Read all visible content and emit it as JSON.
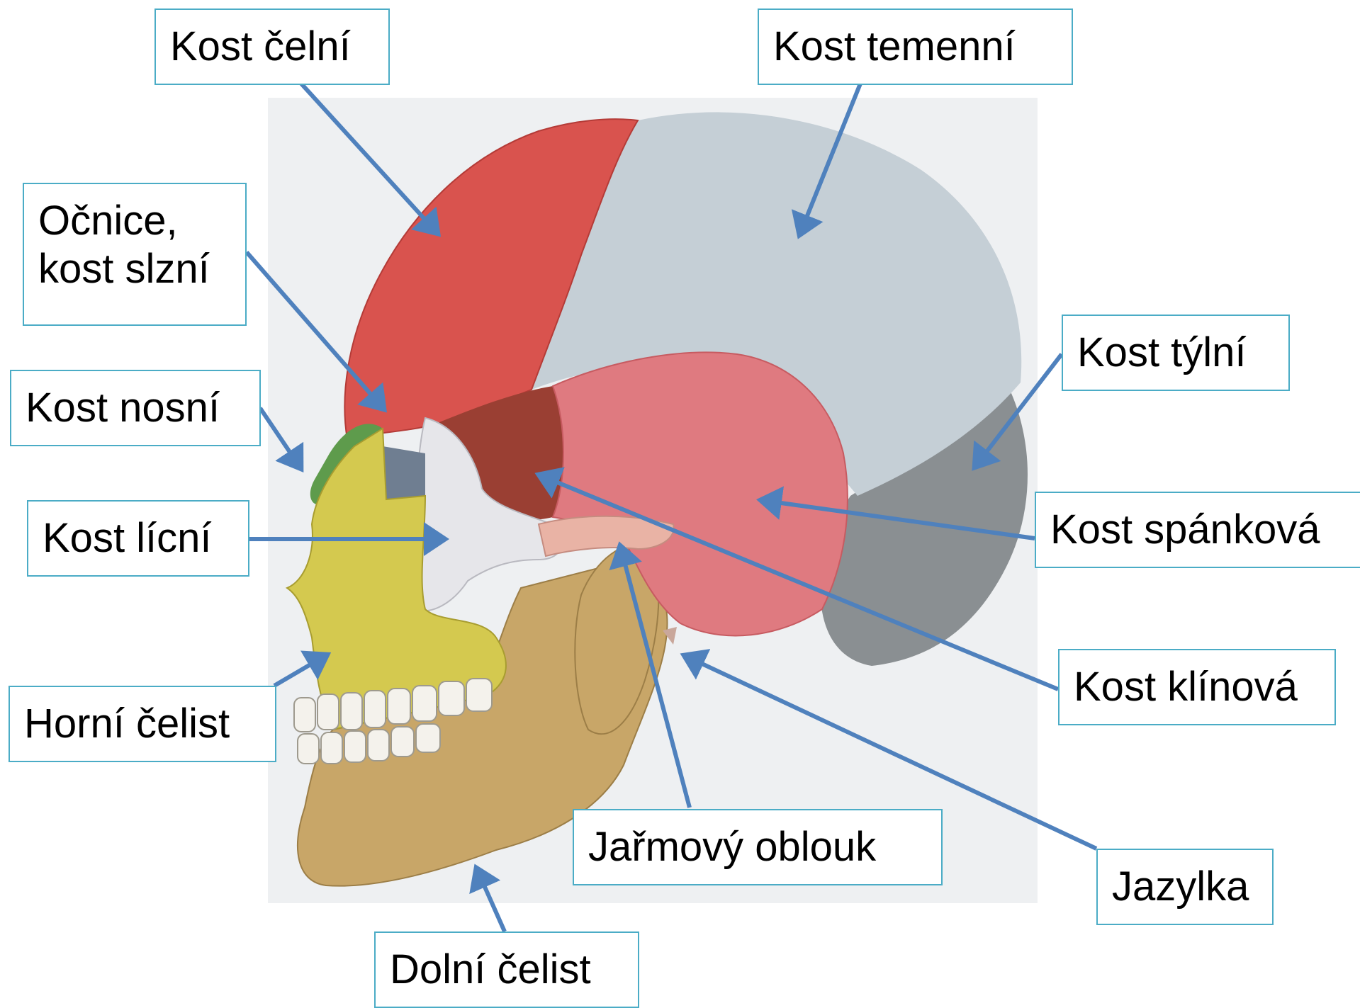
{
  "colors": {
    "arrow": "#4f81bd",
    "label_border": "#4bacc6",
    "frontal_bone": "#d9534e",
    "parietal_bone": "#c5cfd6",
    "occipital_bone": "#8a8f92",
    "temporal_bone": "#df7a80",
    "sphenoid_bone": "#9a3f33",
    "zygomatic_bone": "#e6e6ea",
    "nasal_bone": "#5e9b4c",
    "maxilla": "#d4c94f",
    "mandible": "#c8a668",
    "teeth": "#f4f2ec",
    "lacrimal_bone": "#6f7e91",
    "background_plate": "#eef0f2"
  },
  "labels": {
    "frontal": "Kost čelní",
    "parietal": "Kost temenní",
    "orbit_lacrimal": "Očnice,\nkost slzní",
    "nasal": "Kost nosní",
    "occipital": "Kost týlní",
    "zygomatic": "Kost lícní",
    "temporal": "Kost spánková",
    "maxilla": "Horní čelist",
    "sphenoid": "Kost klínová",
    "zygomatic_arch": "Jařmový oblouk",
    "hyoid": "Jazylka",
    "mandible": "Dolní čelist"
  }
}
